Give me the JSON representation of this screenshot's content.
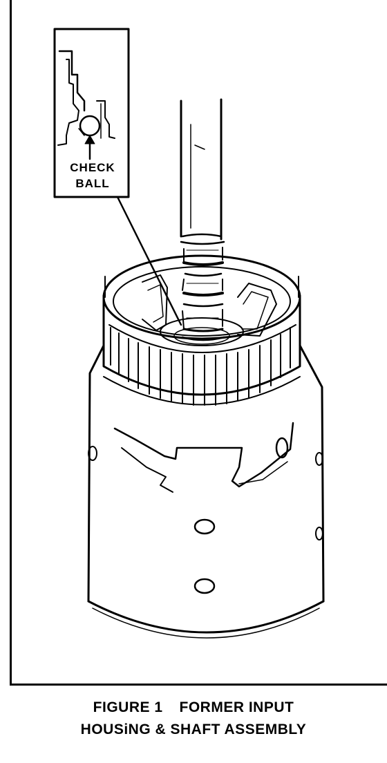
{
  "callout": {
    "line1": "CHECK",
    "line2": "BALL"
  },
  "caption": {
    "figure_number": "FIGURE 1",
    "title_part1": "FORMER INPUT",
    "title_part2": "HOUSiNG & SHAFT ASSEMBLY"
  }
}
